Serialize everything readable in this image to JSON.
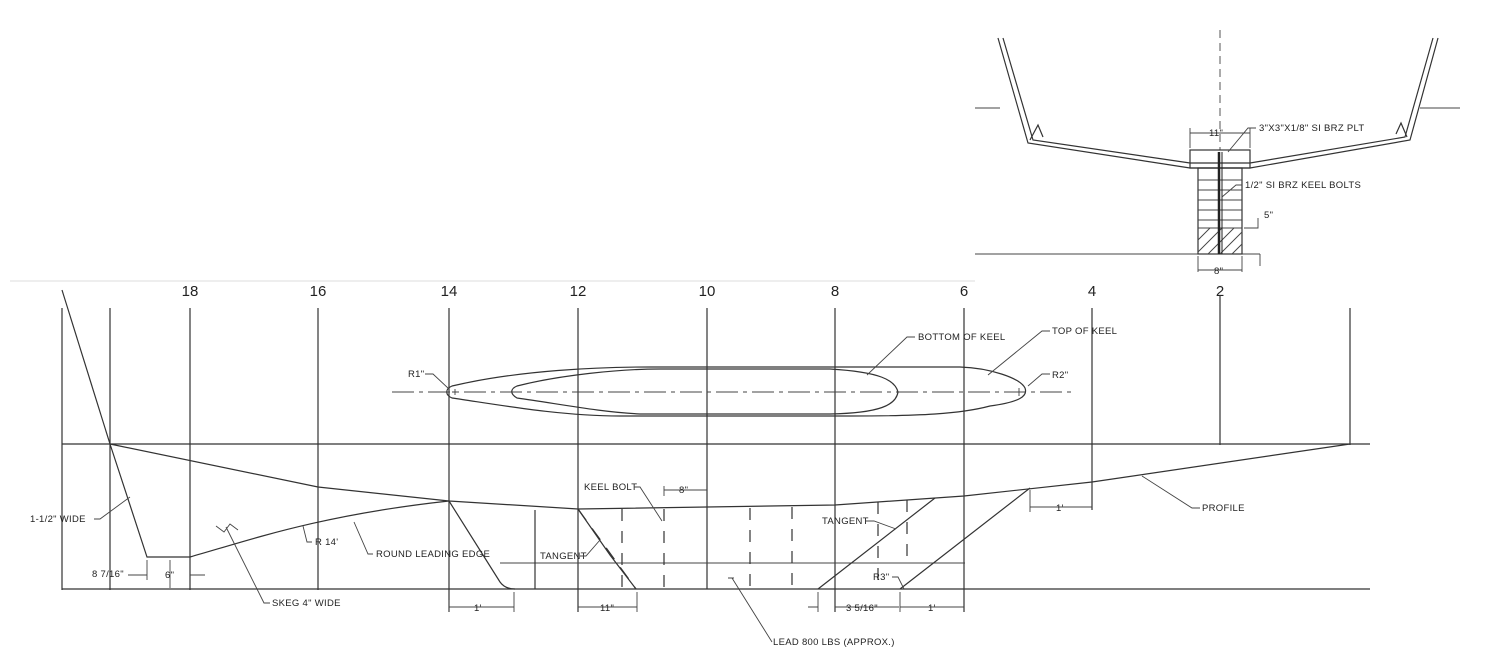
{
  "stations": [
    "18",
    "16",
    "14",
    "12",
    "10",
    "8",
    "6",
    "4",
    "2"
  ],
  "plan_view": {
    "labels": {
      "r1": "R1\"",
      "r2": "R2\"",
      "bottom_of_keel": "BOTTOM OF KEEL",
      "top_of_keel": "TOP OF KEEL"
    }
  },
  "section_inset": {
    "labels": {
      "plate_width": "11\"",
      "plate": "3\"X3\"X1/8\" SI BRZ PLT",
      "bolts": "1/2\" SI BRZ KEEL BOLTS",
      "lead_height": "5\"",
      "keel_width": "8\""
    }
  },
  "profile_view": {
    "labels": {
      "wide": "1-1/2\" WIDE",
      "skeg_offset": "8 7/16\"",
      "skeg_height": "6\"",
      "skeg": "SKEG 4\" WIDE",
      "radius14": "R 14'",
      "round_leading_edge": "ROUND LEADING EDGE",
      "keel_bolt": "KEEL BOLT",
      "bolt_spacing": "8\"",
      "tangent_fwd": "TANGENT",
      "tangent_aft": "TANGENT",
      "lead": "LEAD 800 LBS (APPROX.)",
      "dim_1ft_a": "1'",
      "dim_11in": "11\"",
      "dim_3_5_16": "3 5/16\"",
      "dim_1ft_b": "1'",
      "dim_1ft_c": "1'",
      "r3": "R3\"",
      "profile": "PROFILE"
    }
  }
}
